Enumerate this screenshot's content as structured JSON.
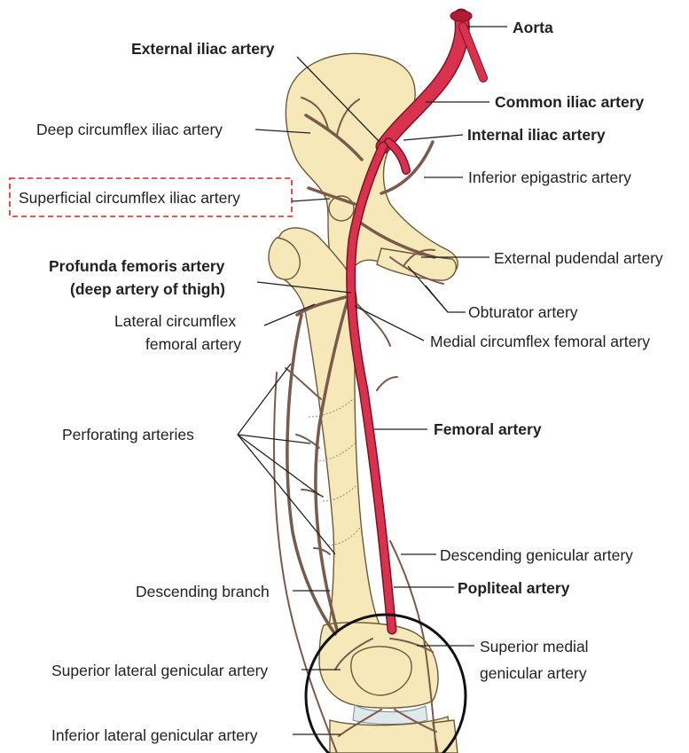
{
  "labels": {
    "aorta": "Aorta",
    "external_iliac": "External iliac artery",
    "common_iliac": "Common iliac artery",
    "deep_circumflex_iliac": "Deep circumflex iliac artery",
    "internal_iliac": "Internal iliac artery",
    "inferior_epigastric": "Inferior epigastric artery",
    "superficial_circumflex_iliac": "Superficial circumflex iliac artery",
    "external_pudendal": "External pudendal artery",
    "profunda_line1": "Profunda femoris artery",
    "profunda_line2": "(deep artery of thigh)",
    "obturator": "Obturator artery",
    "lateral_circumflex_line1": "Lateral circumflex",
    "lateral_circumflex_line2": "femoral artery",
    "medial_circumflex": "Medial circumflex femoral artery",
    "perforating": "Perforating arteries",
    "femoral": "Femoral artery",
    "descending_genicular": "Descending genicular artery",
    "descending_branch": "Descending branch",
    "popliteal": "Popliteal artery",
    "superior_medial_line1": "Superior medial",
    "superior_medial_line2": "genicular artery",
    "superior_lateral_genicular": "Superior lateral genicular artery",
    "inferior_lateral_genicular": "Inferior lateral genicular artery"
  },
  "colors": {
    "artery": "#d8324e",
    "bone": "#f6e8b8",
    "highlight_box": "#e02020"
  }
}
